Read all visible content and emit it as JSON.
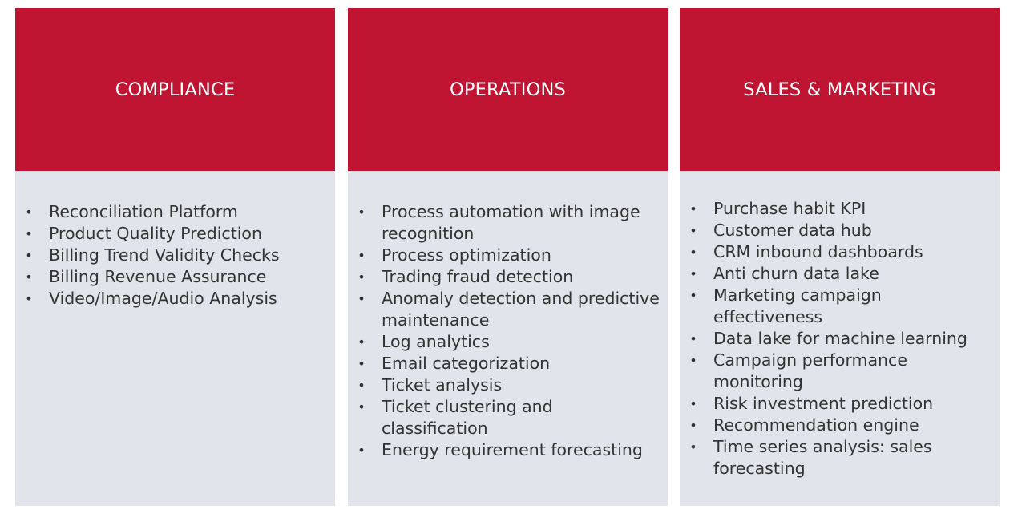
{
  "colors": {
    "header_bg": "#C01433",
    "body_bg": "#E1E4EA",
    "header_text": "#FFFFFF",
    "body_text": "#333333"
  },
  "bullet_icon": "bullet-dot-icon",
  "columns": [
    {
      "title": "COMPLIANCE",
      "items": [
        "Reconciliation Platform",
        "Product Quality Prediction",
        "Billing Trend Validity Checks",
        "Billing Revenue Assurance",
        "Video/Image/Audio Analysis"
      ]
    },
    {
      "title": "OPERATIONS",
      "items": [
        "Process automation with image recognition",
        "Process optimization",
        "Trading fraud detection",
        "Anomaly detection and predictive maintenance",
        "Log analytics",
        "Email categorization",
        "Ticket analysis",
        "Ticket clustering and classification",
        "Energy requirement forecasting"
      ]
    },
    {
      "title": "SALES & MARKETING",
      "items": [
        "Purchase habit KPI",
        "Customer data hub",
        "CRM inbound dashboards",
        "Anti churn data lake",
        "Marketing campaign effectiveness",
        "Data lake for machine learning",
        "Campaign performance monitoring",
        "Risk investment prediction",
        "Recommendation engine",
        "Time series analysis: sales forecasting"
      ]
    }
  ]
}
